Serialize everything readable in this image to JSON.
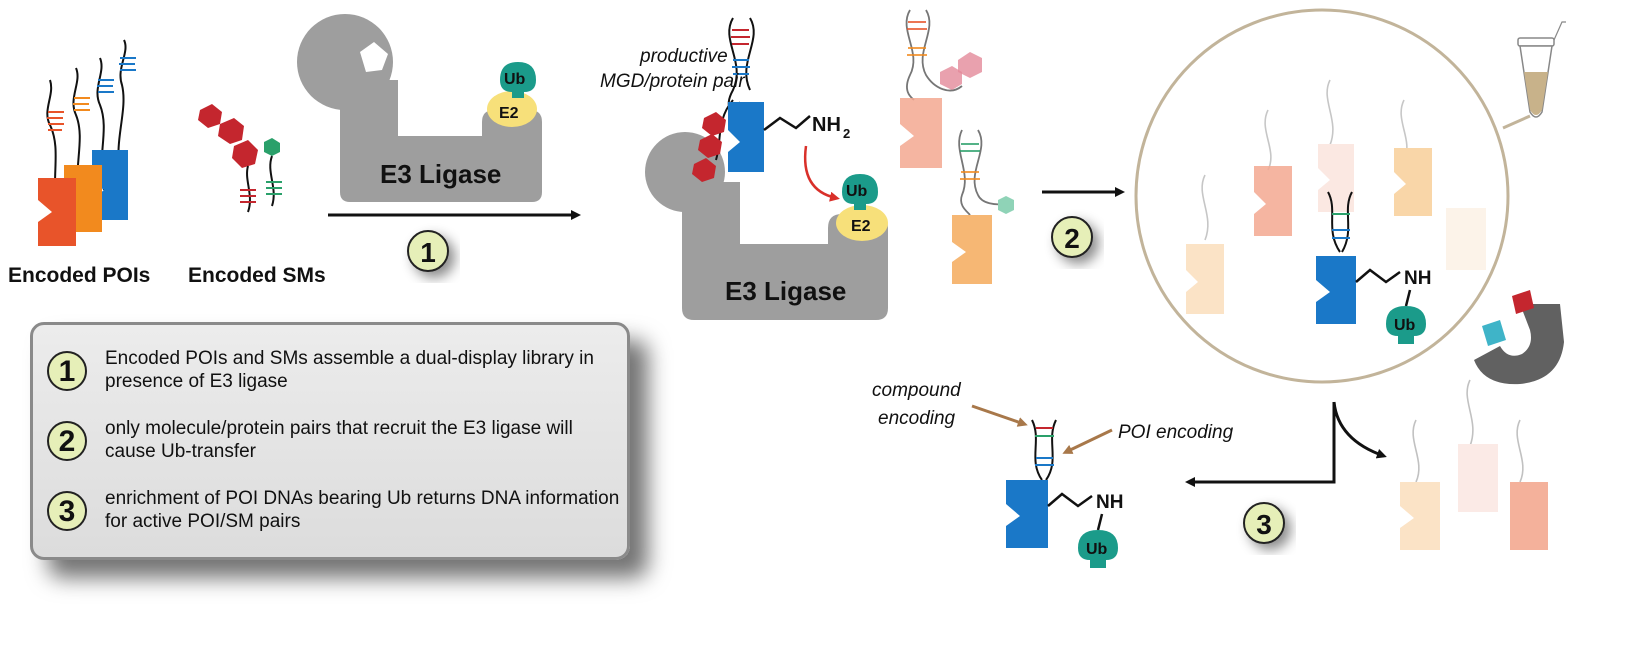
{
  "labels": {
    "encoded_pois": "Encoded POIs",
    "encoded_sms": "Encoded SMs",
    "e3_ligase_1": "E3 Ligase",
    "e3_ligase_2": "E3 Ligase",
    "ub": "Ub",
    "e2": "E2",
    "productive_line1": "productive",
    "productive_line2": "MGD/protein pair",
    "nh2": "NH",
    "nh2_sub": "2",
    "nh": "NH",
    "compound_encoding_line1": "compound",
    "compound_encoding_line2": "encoding",
    "poi_encoding": "POI encoding"
  },
  "steps": [
    {
      "number": "1",
      "text": "Encoded POIs and SMs assemble a dual-display library in presence of E3 ligase"
    },
    {
      "number": "2",
      "text": "only molecule/protein pairs that recruit the E3 ligase will cause Ub-transfer"
    },
    {
      "number": "3",
      "text": "enrichment of POI DNAs bearing Ub returns DNA information for active POI/SM pairs"
    }
  ],
  "colors": {
    "ligase_gray": "#9e9e9e",
    "ub_teal": "#1b9b8a",
    "e2_yellow": "#f7e07a",
    "poi_blue": "#1a78c8",
    "poi_orange": "#f28a1e",
    "poi_red_orange": "#e8542a",
    "sm_red": "#c4262e",
    "sm_green": "#2aa06a",
    "step_circle": "#e6efb8",
    "arrow_red": "#d9302a",
    "label_brown": "#a8784a"
  }
}
